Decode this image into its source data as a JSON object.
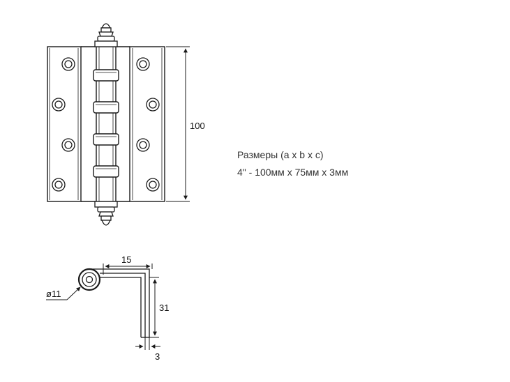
{
  "diagram": {
    "dimension_height": "100",
    "dimension_leaf_depth": "15",
    "dimension_leaf_height": "31",
    "dimension_thickness": "3",
    "dimension_knuckle_diameter": "ø11"
  },
  "specs": {
    "title": "Размеры (a x b x c)",
    "value": "4\" - 100мм x 75мм x 3мм"
  },
  "colors": {
    "line": "#1a1a1a",
    "text": "#333333",
    "background": "#ffffff"
  }
}
